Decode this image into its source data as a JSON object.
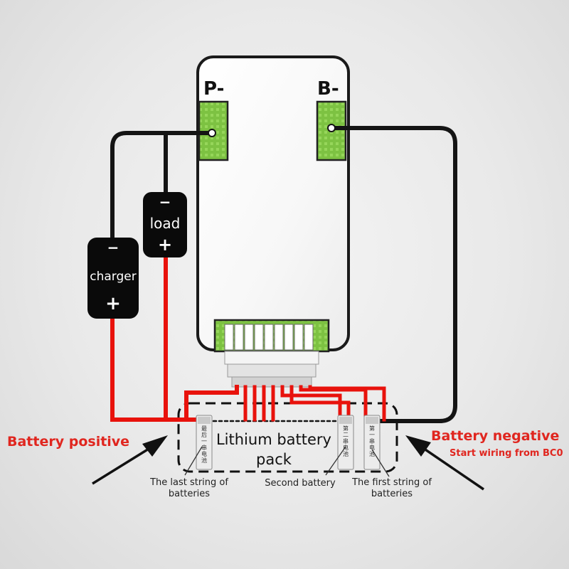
{
  "bms": {
    "terminal_p": "P-",
    "terminal_b": "B-"
  },
  "load": {
    "label": "load",
    "minus": "−",
    "plus": "+"
  },
  "charger": {
    "label": "charger",
    "minus": "−",
    "plus": "+"
  },
  "pack": {
    "title_line1": "Lithium battery",
    "title_line2": "pack",
    "cell_last": "最后一串电池",
    "cell_second": "第二串电池",
    "cell_first": "第一串电池"
  },
  "labels": {
    "battery_positive": "Battery positive",
    "battery_negative": "Battery negative",
    "start_wiring": "Start wiring from BC0",
    "last_string": "The last string of batteries",
    "second_battery": "Second battery",
    "first_string": "The first string of batteries"
  },
  "colors": {
    "wire_black": "#141414",
    "wire_red": "#e8120c",
    "pad_green": "#7dc242",
    "label_red": "#e0261f"
  }
}
